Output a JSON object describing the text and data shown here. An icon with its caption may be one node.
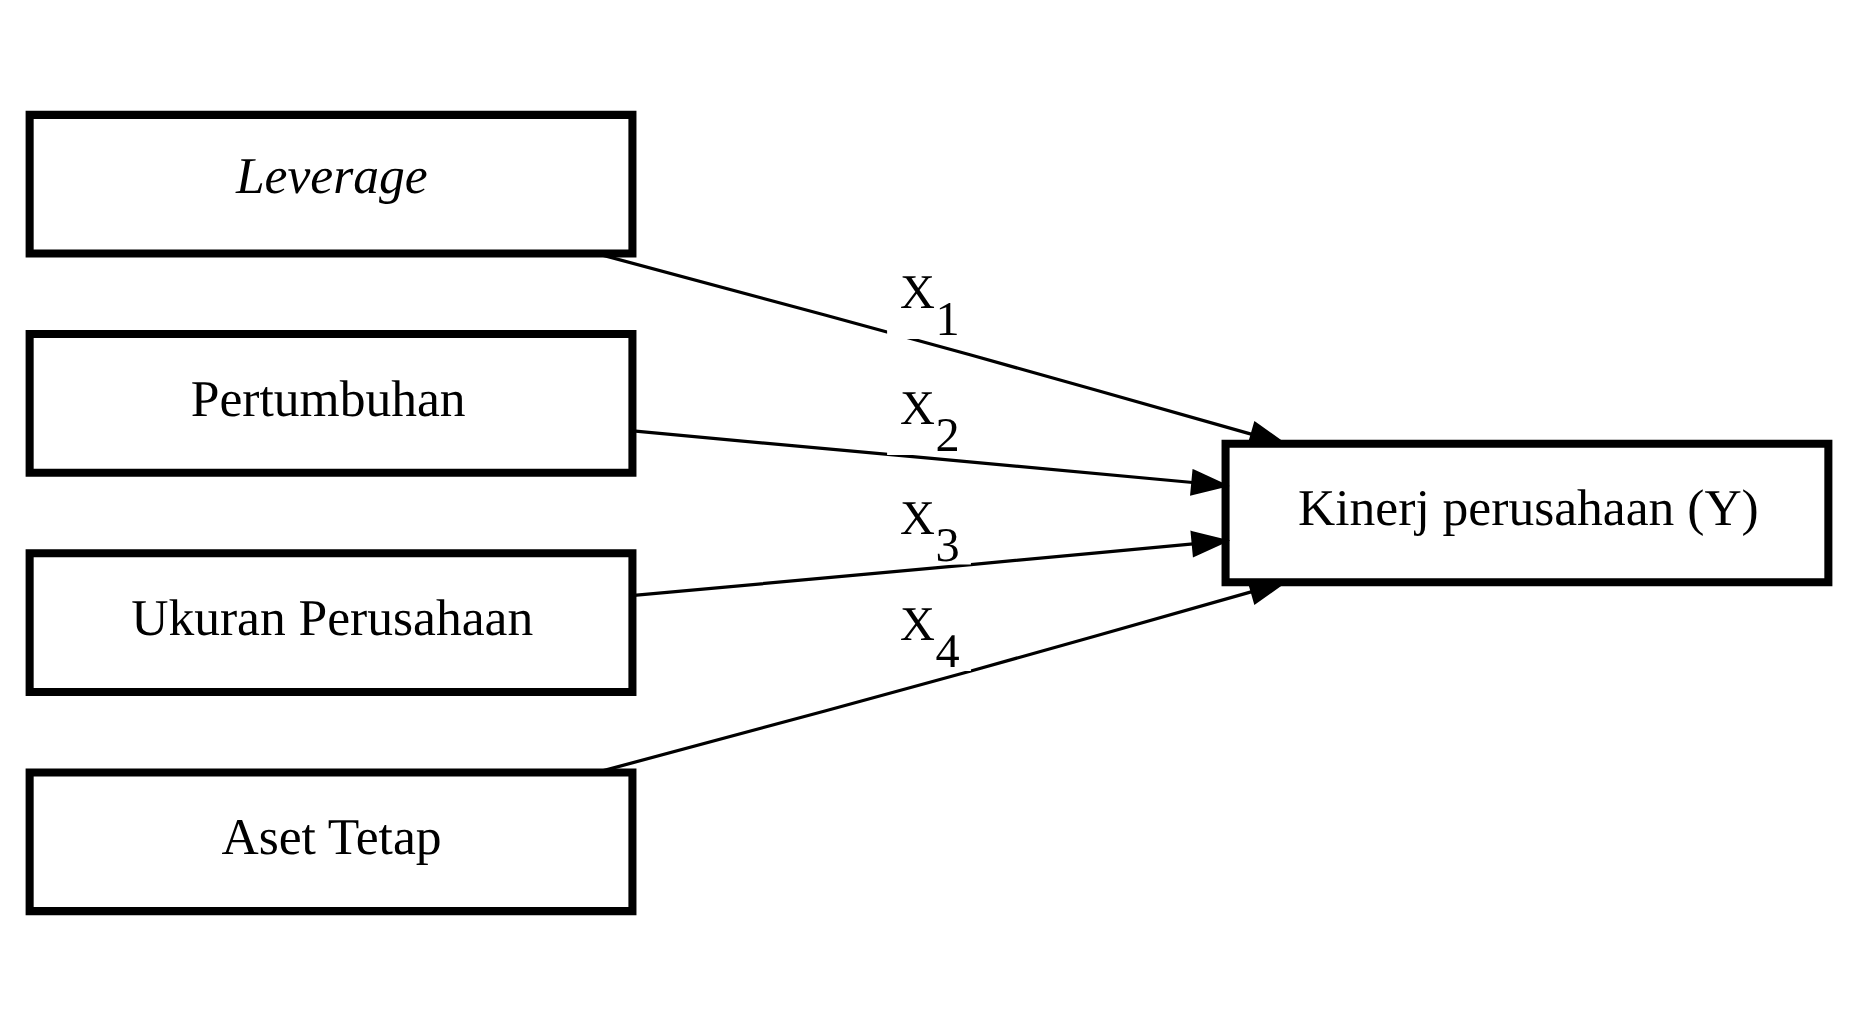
{
  "diagram": {
    "nodes": [
      {
        "text": [
          "Leverage"
        ]
      },
      {
        "text": [
          "Pertumbuhan"
        ]
      },
      {
        "text": [
          "Ukuran Perusahaan"
        ]
      },
      {
        "text": [
          "Aset Tetap"
        ]
      },
      {
        "text": [
          "Kinerj perusahaan (Y)"
        ]
      }
    ],
    "edges": [
      {
        "from": 0,
        "to": 4,
        "arrow": "to",
        "label": "X$_{1}$"
      },
      {
        "from": 1,
        "to": 4,
        "arrow": "to",
        "label": "X$_{2}$"
      },
      {
        "from": 2,
        "to": 4,
        "arrow": "to",
        "label": "X$_{3}$"
      },
      {
        "from": 3,
        "to": 4,
        "arrow": "to",
        "label": "X$_{4}$"
      }
    ]
  }
}
